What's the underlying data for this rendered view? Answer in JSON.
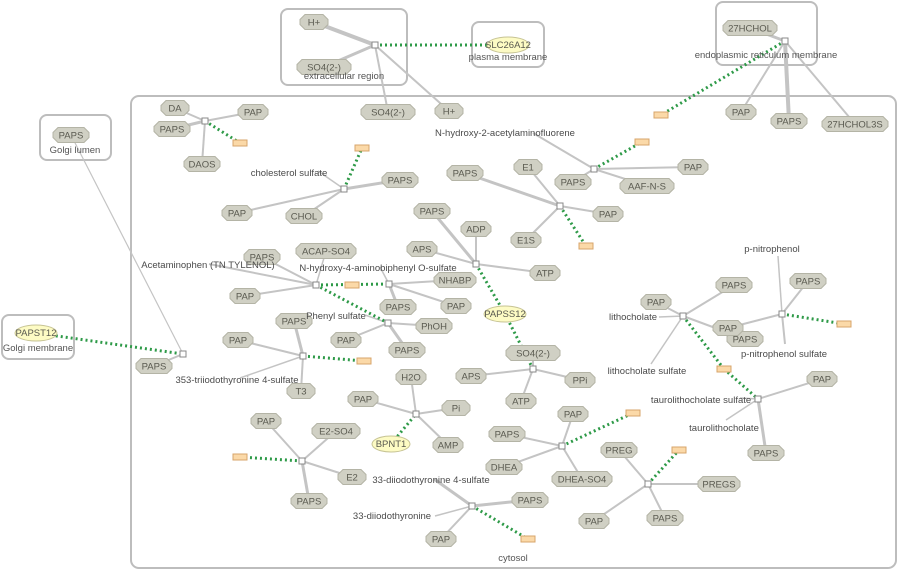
{
  "compartments": {
    "extracellular_region": "extracellular region",
    "plasma_membrane": "plasma membrane",
    "er_membrane": "endoplasmic reticulum membrane",
    "golgi_lumen": "Golgi lumen",
    "golgi_membrane": "Golgi membrane",
    "cytosol": "cytosol"
  },
  "enzymes": {
    "slc26a12": "SLC26A12",
    "papst12": "PAPST12",
    "papss12": "PAPSS12",
    "bpnt1": "BPNT1"
  },
  "metabolites": {
    "h_plus": "H+",
    "so4": "SO4(2-)",
    "paps": "PAPS",
    "pap": "PAP",
    "hchol27": "27HCHOL",
    "hchol3s27": "27HCHOL3S",
    "da": "DA",
    "daos": "DAOS",
    "chol": "CHOL",
    "adp": "ADP",
    "aps": "APS",
    "atp": "ATP",
    "ppi": "PPi",
    "h2o": "H2O",
    "pi": "Pi",
    "amp": "AMP",
    "e1": "E1",
    "e1s": "E1S",
    "aaf_n_s": "AAF-N-S",
    "acap_so4": "ACAP-SO4",
    "nhabp": "NHABP",
    "phoh": "PhOH",
    "t3": "T3",
    "e2_so4": "E2-SO4",
    "e2": "E2",
    "dhea": "DHEA",
    "dhea_so4": "DHEA-SO4",
    "preg": "PREG",
    "pregs": "PREGS"
  },
  "labels": {
    "n_hydroxy_aaf": "N-hydroxy-2-acetylaminofluorene",
    "cholesterol_sulfate": "cholesterol sulfate",
    "acetaminophen": "Acetaminophen (TN TYLENOL)",
    "n_hydroxy_abp_sulfate": "N-hydroxy-4-aminobiphenyl O-sulfate",
    "phenyl_sulfate": "Phenyl sulfate",
    "triiodothyronine_sulfate": "353-triiodothyronine 4-sulfate",
    "p_nitrophenol": "p-nitrophenol",
    "p_nitrophenol_sulfate": "p-nitrophenol sulfate",
    "lithocholate": "lithocholate",
    "lithocholate_sulfate": "lithocholate sulfate",
    "taurolithocholate_sulfate": "taurolithocholate sulfate",
    "taurolithocholate": "taurolithocholate",
    "diiodothyronine_sulfate": "33-diiodothyronine 4-sulfate",
    "diiodothyronine": "33-diiodothyronine"
  }
}
